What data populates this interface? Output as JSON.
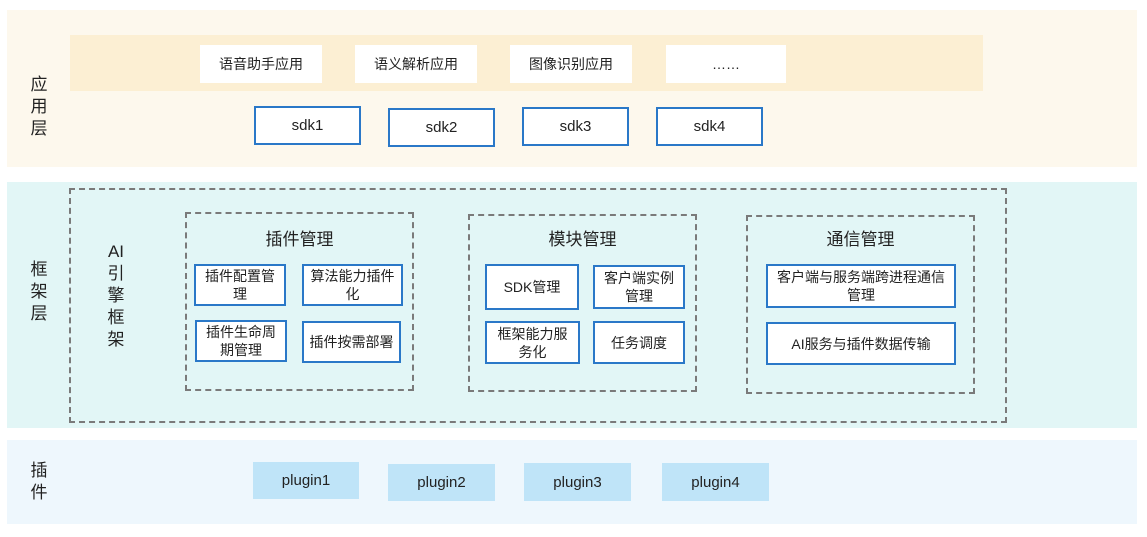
{
  "app_layer": {
    "label": "应用层",
    "apps": [
      "语音助手应用",
      "语义解析应用",
      "图像识别应用",
      "……"
    ],
    "sdks": [
      "sdk1",
      "sdk2",
      "sdk3",
      "sdk4"
    ]
  },
  "framework_layer": {
    "label": "框架层",
    "ai_engine_label": "AI引擎框架",
    "groups": [
      {
        "title": "插件管理",
        "modules": [
          "插件配置管理",
          "算法能力插件化",
          "插件生命周期管理",
          "插件按需部署"
        ]
      },
      {
        "title": "模块管理",
        "modules": [
          "SDK管理",
          "客户端实例管理",
          "框架能力服务化",
          "任务调度"
        ]
      },
      {
        "title": "通信管理",
        "modules": [
          "客户端与服务端跨进程通信管理",
          "AI服务与插件数据传输"
        ]
      }
    ]
  },
  "plugin_layer": {
    "label": "插件",
    "plugins": [
      "plugin1",
      "plugin2",
      "plugin3",
      "plugin4"
    ]
  },
  "colors": {
    "app_bg": "#fdf8ed",
    "app_band": "#fcefd3",
    "framework_bg": "#e2f6f6",
    "plugin_bg": "#eef7fd",
    "box_border": "#2a78c8",
    "plugin_box": "#bfe4f8"
  }
}
